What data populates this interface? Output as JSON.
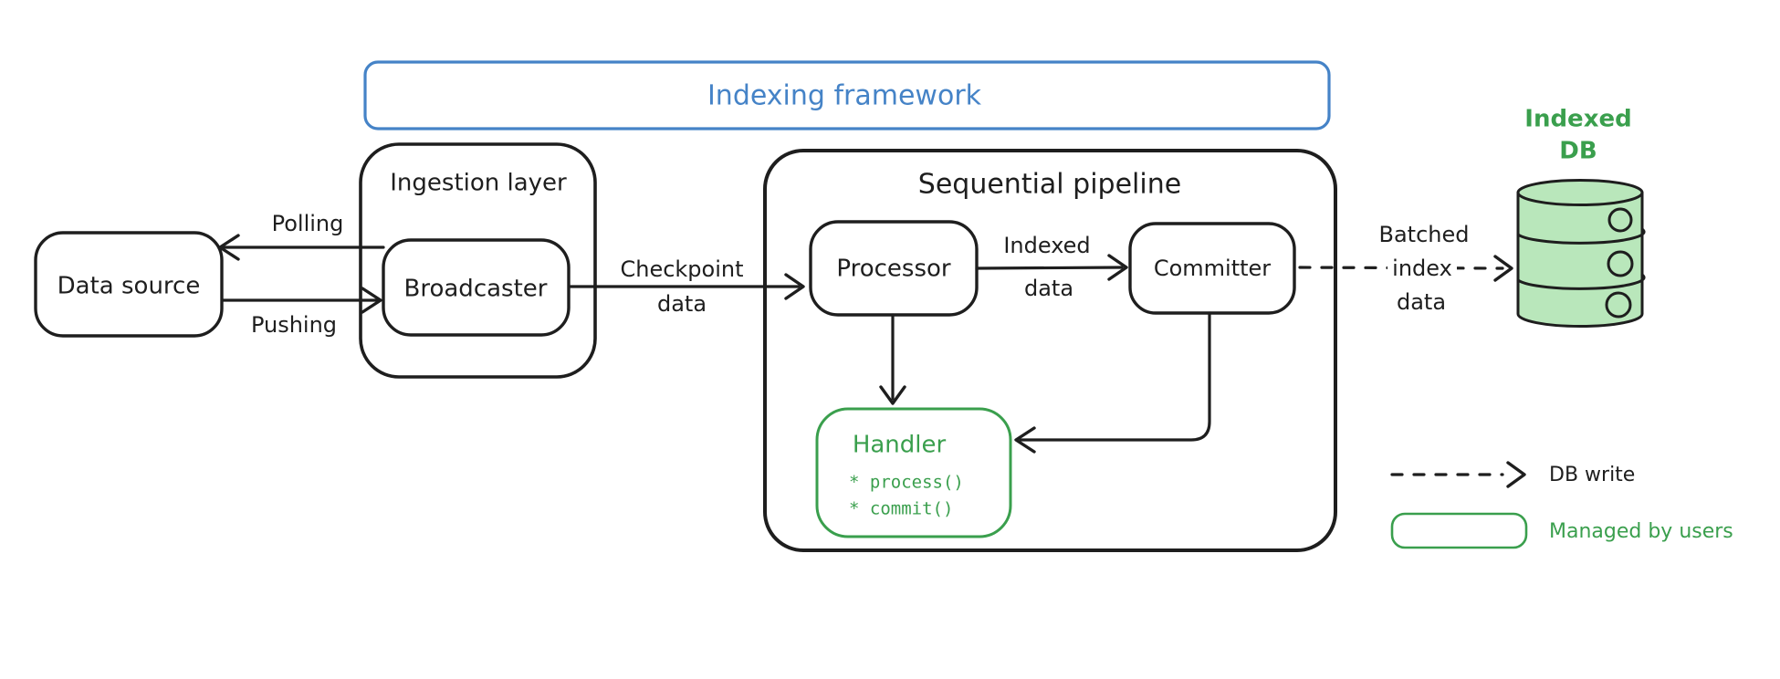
{
  "colors": {
    "stroke": "#1e1e1e",
    "blue": "#4583c7",
    "green": "#3a9f4d",
    "db_fill": "#b9e7bb",
    "background": "#ffffff"
  },
  "framework": {
    "label": "Indexing framework"
  },
  "nodes": {
    "data_source": {
      "label": "Data source"
    },
    "ingestion_layer": {
      "label": "Ingestion layer"
    },
    "broadcaster": {
      "label": "Broadcaster"
    },
    "sequential_pipeline": {
      "label": "Sequential pipeline"
    },
    "processor": {
      "label": "Processor"
    },
    "committer": {
      "label": "Committer"
    },
    "handler": {
      "label": "Handler",
      "methods": [
        "* process()",
        "* commit()"
      ]
    },
    "indexed_db": {
      "label_line1": "Indexed",
      "label_line2": "DB"
    }
  },
  "edges": {
    "polling": {
      "label": "Polling"
    },
    "pushing": {
      "label": "Pushing"
    },
    "checkpoint_data": {
      "label_line1": "Checkpoint",
      "label_line2": "data"
    },
    "indexed_data": {
      "label_line1": "Indexed",
      "label_line2": "data"
    },
    "batched_index_data": {
      "label_line1": "Batched",
      "label_line2": "index",
      "label_line3": "data"
    }
  },
  "legend": {
    "db_write": {
      "label": "DB write"
    },
    "managed_by_users": {
      "label": "Managed by users"
    }
  }
}
